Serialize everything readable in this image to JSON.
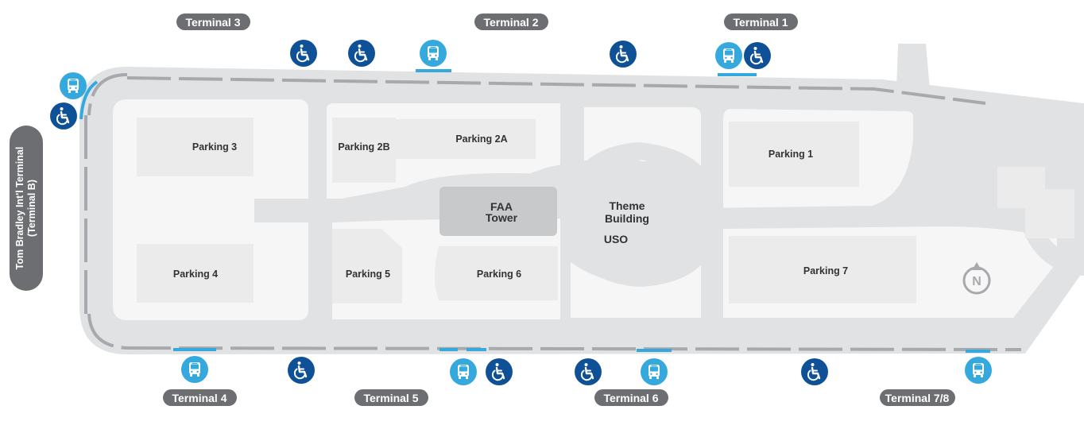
{
  "map": {
    "terminals": {
      "t3": "Terminal 3",
      "t2": "Terminal 2",
      "t1": "Terminal 1",
      "t4": "Terminal 4",
      "t5": "Terminal 5",
      "t6": "Terminal 6",
      "t78": "Terminal 7/8",
      "tbit_line1": "Tom Bradley Int'l Terminal",
      "tbit_line2": "(Terminal B)"
    },
    "parking": {
      "p1": "Parking 1",
      "p2a": "Parking 2A",
      "p2b": "Parking 2B",
      "p3": "Parking 3",
      "p4": "Parking 4",
      "p5": "Parking 5",
      "p6": "Parking 6",
      "p7": "Parking 7"
    },
    "landmarks": {
      "faa_line1": "FAA",
      "faa_line2": "Tower",
      "theme_line1": "Theme",
      "theme_line2": "Building",
      "uso": "USO"
    },
    "compass_letter": "N",
    "colors": {
      "road": "#e1e2e4",
      "road_dash": "#a7a9ac",
      "lot": "#efefef",
      "faa": "#c8c9cb",
      "pill": "#6d6e71",
      "bus": "#35a9de",
      "accessible": "#0f5197",
      "curb_blue": "#35a9de",
      "text": "#333333"
    }
  }
}
